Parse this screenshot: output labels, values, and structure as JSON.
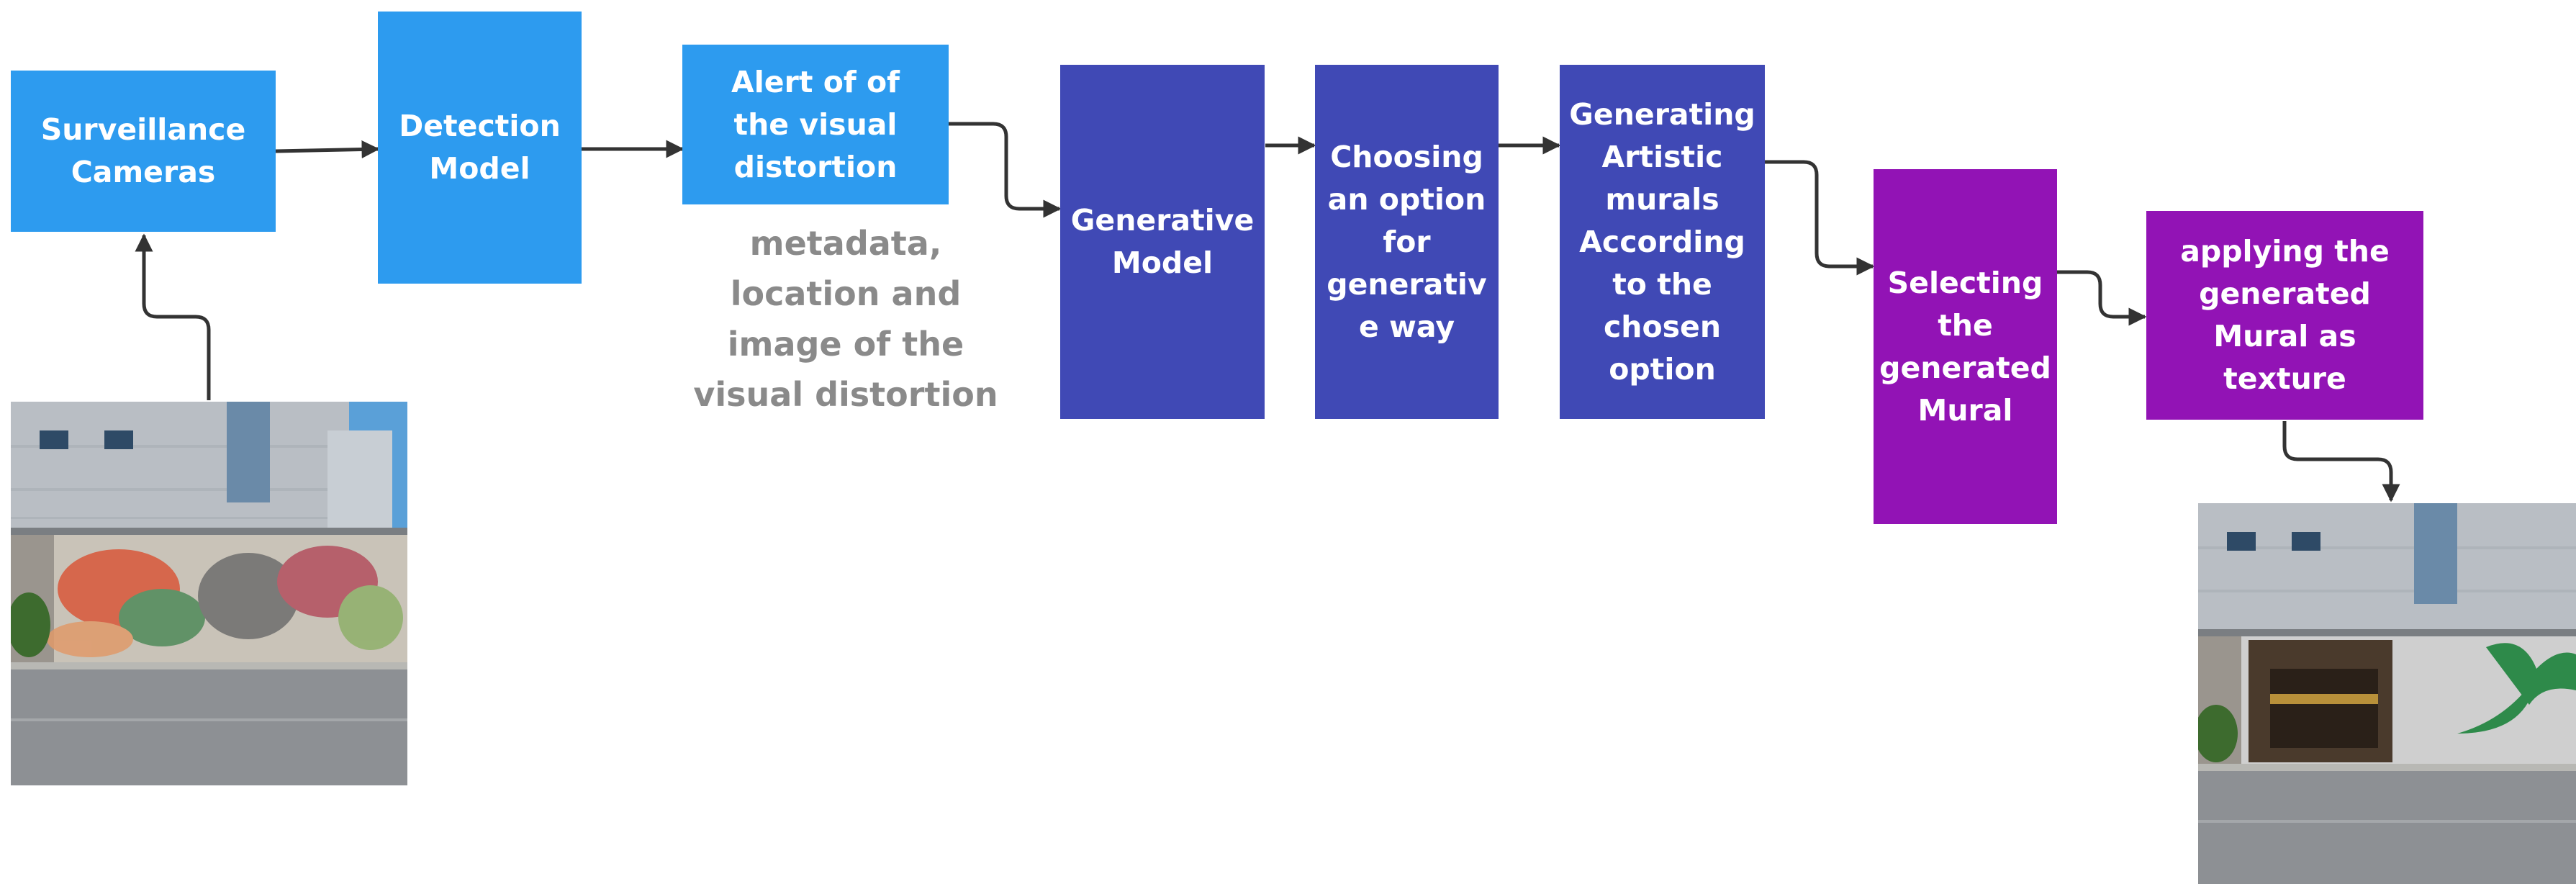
{
  "colors": {
    "blue": "#2d9bef",
    "indigo": "#4049b5",
    "purple": "#9213b5",
    "note": "#8a8a8a",
    "arrow": "#333333"
  },
  "nodes": {
    "surveillance": "Surveillance Cameras",
    "detection": "Detection Model",
    "alert": "Alert of of the visual distortion",
    "generative": "Generative Model",
    "choosing": "Choosing an option for generativ e way",
    "generating": "Generating Artistic murals According to the chosen option",
    "selecting": "Selecting the generated Mural",
    "applying": "applying the generated Mural as texture"
  },
  "annotation": "metadata, location and image of the visual distortion",
  "images": {
    "before": "wall-with-graffiti-photo",
    "after": "wall-with-generated-mural-photo"
  }
}
